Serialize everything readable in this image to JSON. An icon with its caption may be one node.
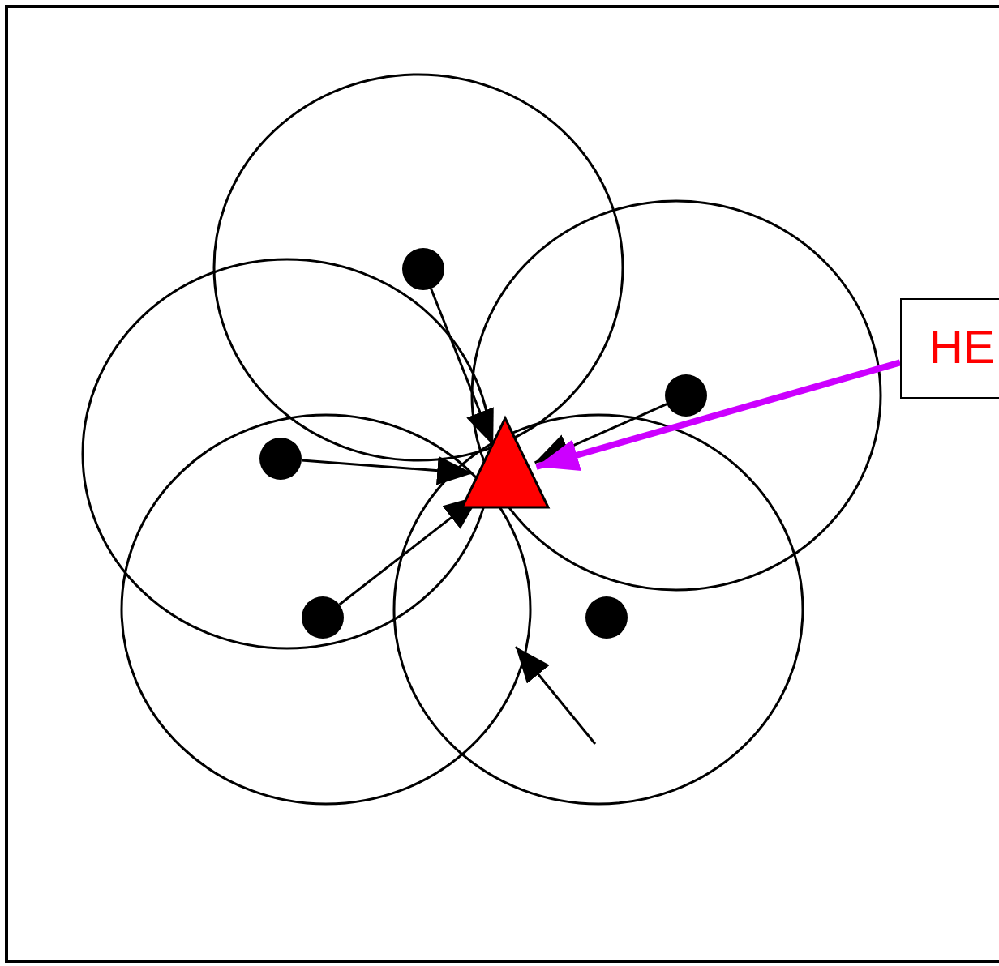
{
  "diagram": {
    "nodes": [
      {
        "text": [],
        "shape": "circle"
      },
      {
        "text": [],
        "shape": "circle"
      },
      {
        "text": [],
        "shape": "circle"
      },
      {
        "text": [],
        "shape": "circle"
      },
      {
        "text": [],
        "shape": "circle"
      },
      {
        "text": [],
        "shape": "triangle"
      },
      {
        "text": [
          "HE"
        ]
      }
    ],
    "edges": [
      {
        "from": 0,
        "to": 5,
        "arrow": "to"
      },
      {
        "from": 1,
        "to": 5,
        "arrow": "to"
      },
      {
        "from": 2,
        "to": 5,
        "arrow": "to"
      },
      {
        "from": 3,
        "to": 5,
        "arrow": "to"
      },
      {
        "from": 6,
        "to": 5,
        "arrow": "to",
        "style": "thick",
        "color": "#cc00ff"
      }
    ]
  }
}
